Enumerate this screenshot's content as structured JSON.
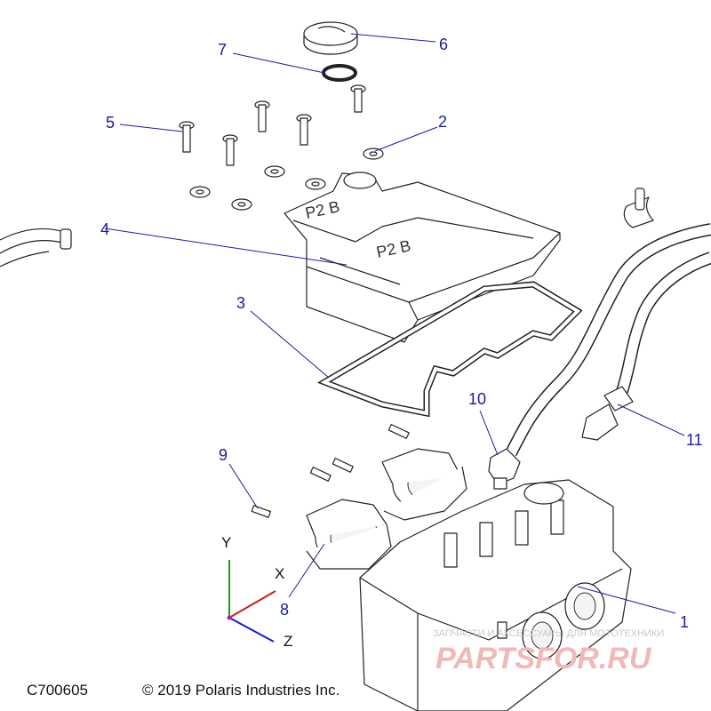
{
  "callouts": [
    {
      "id": "1",
      "label": "1"
    },
    {
      "id": "2",
      "label": "2"
    },
    {
      "id": "3",
      "label": "3"
    },
    {
      "id": "4",
      "label": "4"
    },
    {
      "id": "5",
      "label": "5"
    },
    {
      "id": "6",
      "label": "6"
    },
    {
      "id": "7",
      "label": "7"
    },
    {
      "id": "8",
      "label": "8"
    },
    {
      "id": "9",
      "label": "9"
    },
    {
      "id": "10",
      "label": "10"
    },
    {
      "id": "11",
      "label": "11"
    }
  ],
  "axes": {
    "x": "X",
    "y": "Y",
    "z": "Z"
  },
  "axis_colors": {
    "x": "#d11a1a",
    "y": "#1a9a1a",
    "z": "#1a1acc",
    "origin": "#b01ab0"
  },
  "footer": {
    "code": "C700605",
    "copyright": "© 2019 Polaris Industries Inc."
  },
  "watermark": {
    "line1": "ЗАПЧАСТИ И АКСЕССУАРЫ ДЛЯ МОТОТЕХНИКИ",
    "logo": "PARTSFOR.RU"
  },
  "colors": {
    "callout": "#1a1aa6",
    "line": "#222222",
    "watermark": "#f1b8b8"
  }
}
